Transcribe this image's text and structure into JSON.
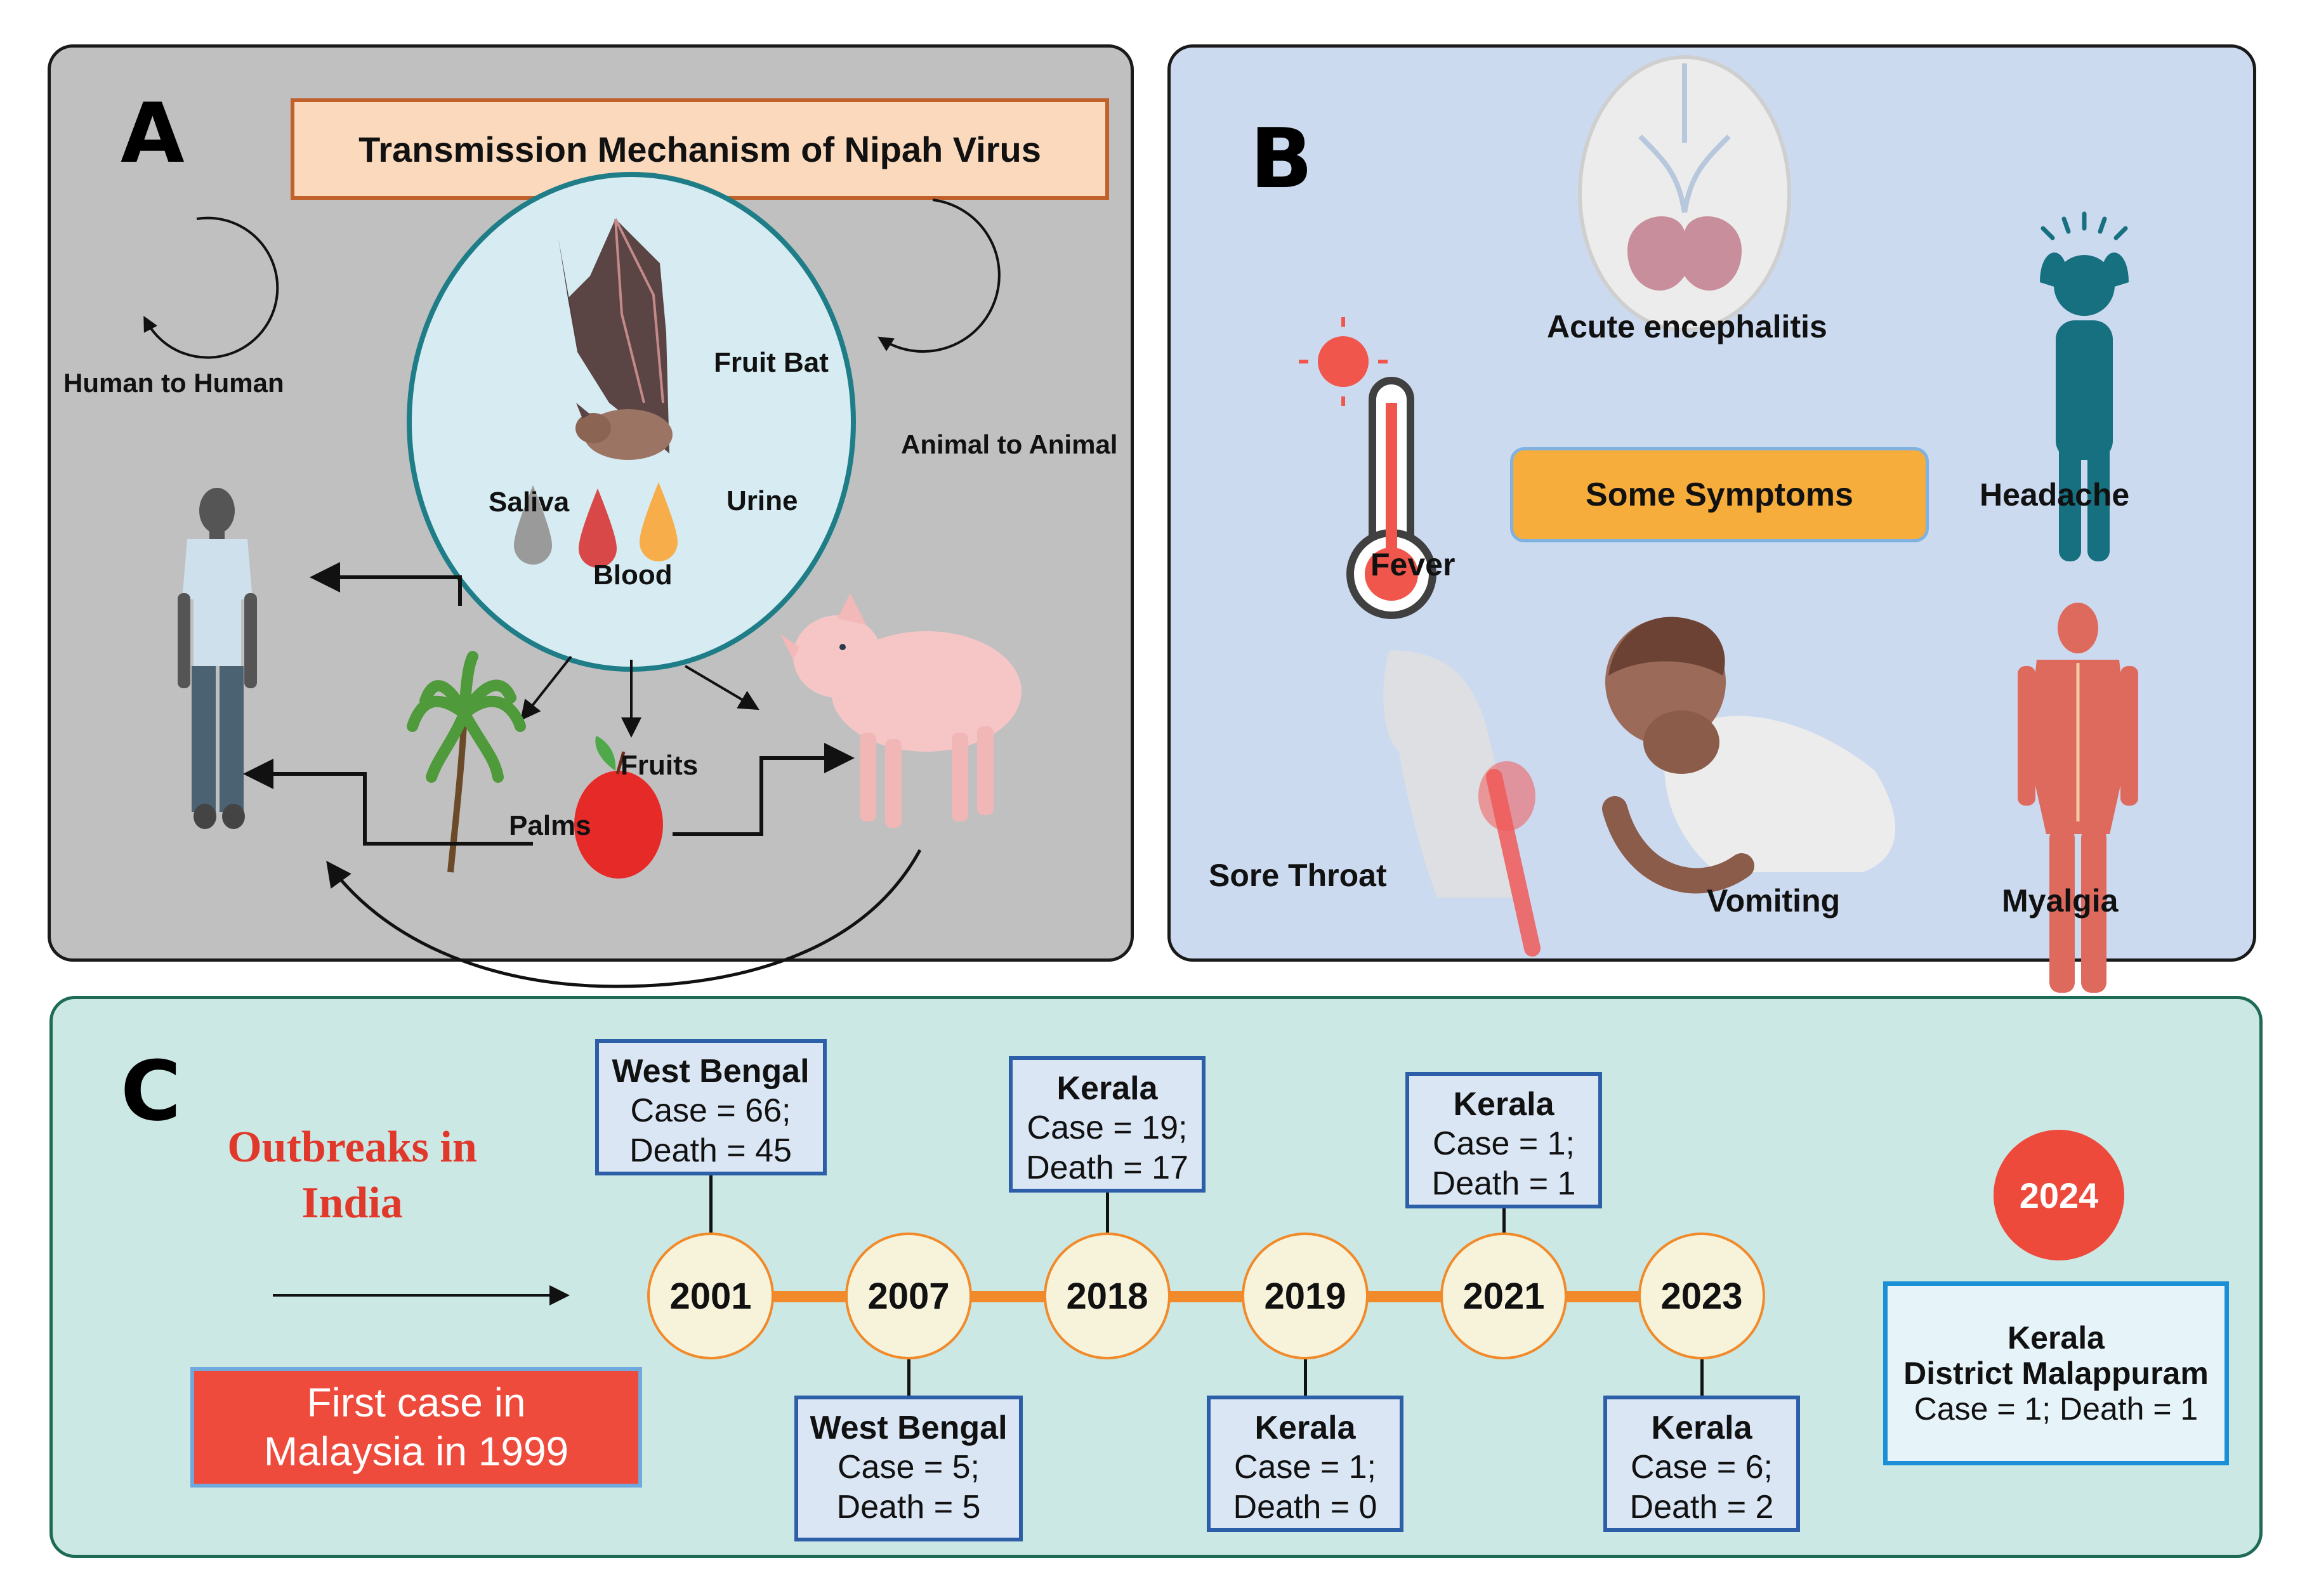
{
  "panel_a": {
    "letter": "A",
    "title": "Transmission Mechanism of Nipah Virus",
    "labels": {
      "human_to_human": "Human to Human",
      "animal_to_animal": "Animal to Animal",
      "fruit_bat": "Fruit Bat",
      "saliva": "Saliva",
      "blood": "Blood",
      "urine": "Urine",
      "fruits": "Fruits",
      "palms": "Palms"
    },
    "colors": {
      "background": "#c0c0c0",
      "title_fill": "#fbd9bd",
      "title_border": "#c0602b",
      "bat_circle_fill": "#d6ecf2",
      "bat_circle_border": "#1f7d88",
      "saliva_drop": "#9a9a9a",
      "blood_drop": "#d84848",
      "urine_drop": "#f6ad4a"
    }
  },
  "panel_b": {
    "letter": "B",
    "center_label": "Some Symptoms",
    "symptoms": {
      "acute_encephalitis": "Acute encephalitis",
      "headache": "Headache",
      "fever": "Fever",
      "sore_throat": "Sore Throat",
      "vomiting": "Vomiting",
      "myalgia": "Myalgia"
    },
    "colors": {
      "background": "#ccdaf0",
      "center_box": "#f6ad3c",
      "headache_figure": "#16707f"
    }
  },
  "panel_c": {
    "letter": "C",
    "heading": [
      "Outbreaks in",
      "India"
    ],
    "first_case": [
      "First case in",
      "Malaysia in 1999"
    ],
    "timeline": [
      {
        "year": "2001",
        "place": "West Bengal",
        "case": "Case = 66;",
        "death": "Death = 45",
        "position": "above"
      },
      {
        "year": "2007",
        "place": "West Bengal",
        "case": "Case = 5;",
        "death": "Death = 5",
        "position": "below"
      },
      {
        "year": "2018",
        "place": "Kerala",
        "case": "Case = 19;",
        "death": "Death = 17",
        "position": "above"
      },
      {
        "year": "2019",
        "place": "Kerala",
        "case": "Case = 1;",
        "death": "Death = 0",
        "position": "below"
      },
      {
        "year": "2021",
        "place": "Kerala",
        "case": "Case = 1;",
        "death": "Death = 1",
        "position": "above"
      },
      {
        "year": "2023",
        "place": "Kerala",
        "case": "Case = 6;",
        "death": "Death = 2",
        "position": "below"
      }
    ],
    "latest": {
      "year": "2024",
      "place": "Kerala",
      "district": "District Malappuram",
      "stats": "Case = 1; Death = 1"
    },
    "colors": {
      "background": "#cce8e4",
      "timeline_bar": "#f08a2a",
      "year_circle": "#f7f3da",
      "info_box_border": "#2d5ea8",
      "heading_text": "#e0382a",
      "first_case_box": "#ef4b3d",
      "latest_circle": "#ee4a3c"
    }
  }
}
